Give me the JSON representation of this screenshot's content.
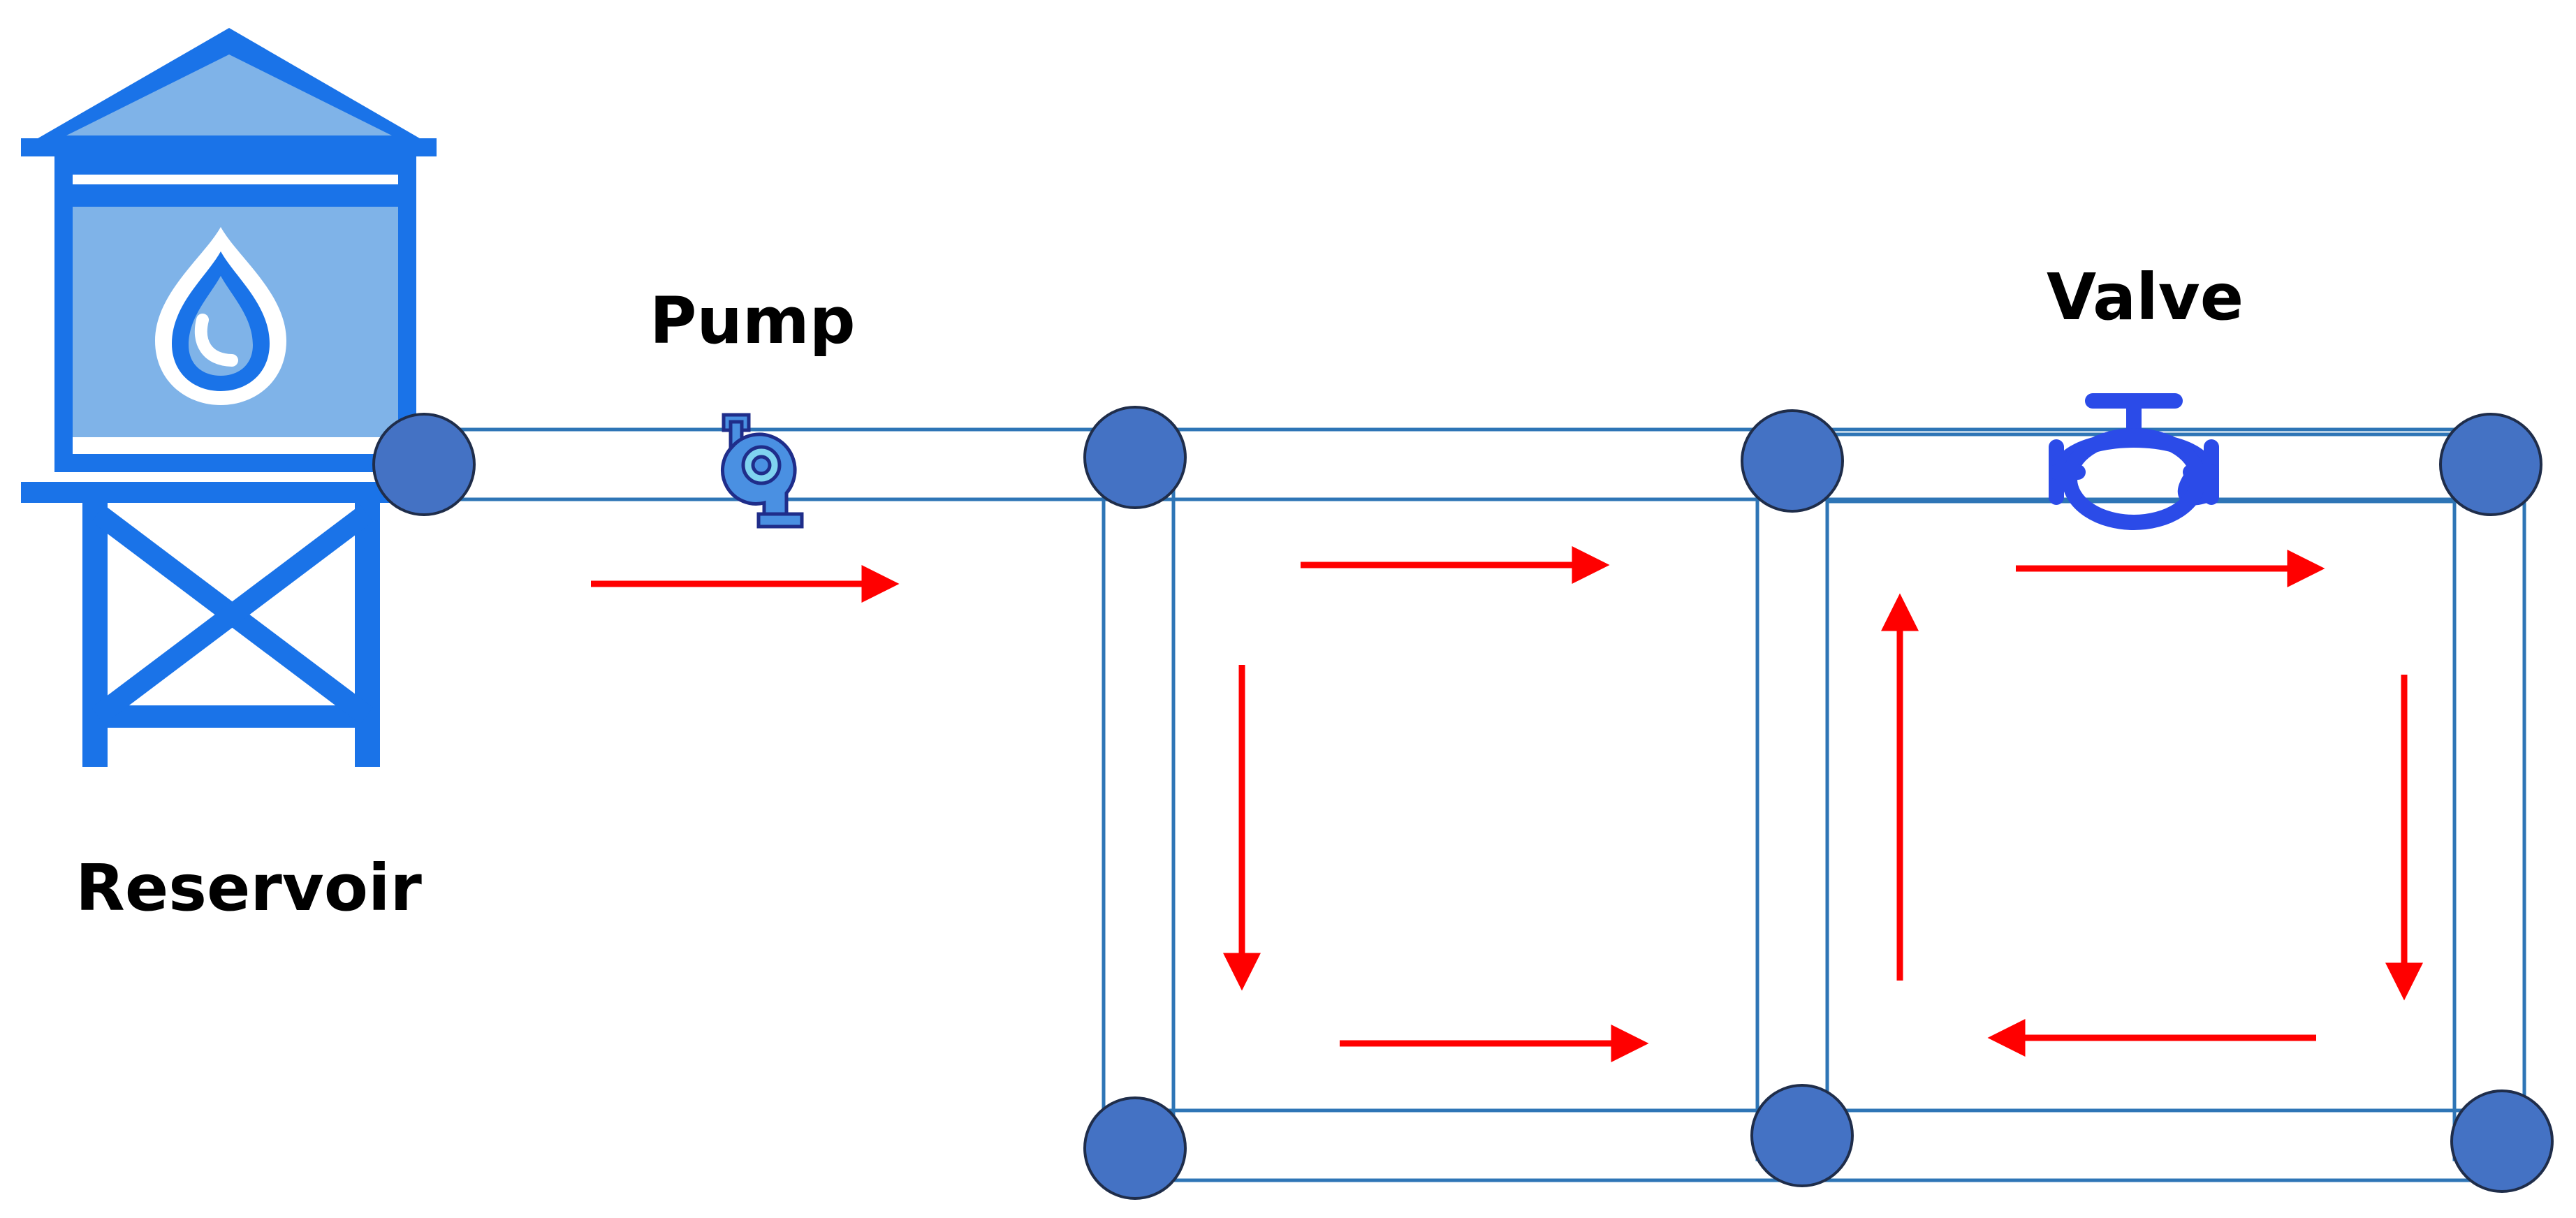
{
  "labels": {
    "reservoir": "Reservoir",
    "pump": "Pump",
    "valve": "Valve"
  },
  "colors": {
    "pipe": "#2E75B6",
    "node": "#4472C4",
    "node_stroke": "#1F2D4A",
    "arrow": "#FF0000",
    "tank": "#1A73E8",
    "tank_fill": "#7FB3E8",
    "pump": "#4A90E2",
    "valve": "#2B4BE8"
  },
  "icons": {
    "reservoir": "water-tower-icon",
    "pump": "centrifugal-pump-icon",
    "valve": "gate-valve-icon"
  }
}
